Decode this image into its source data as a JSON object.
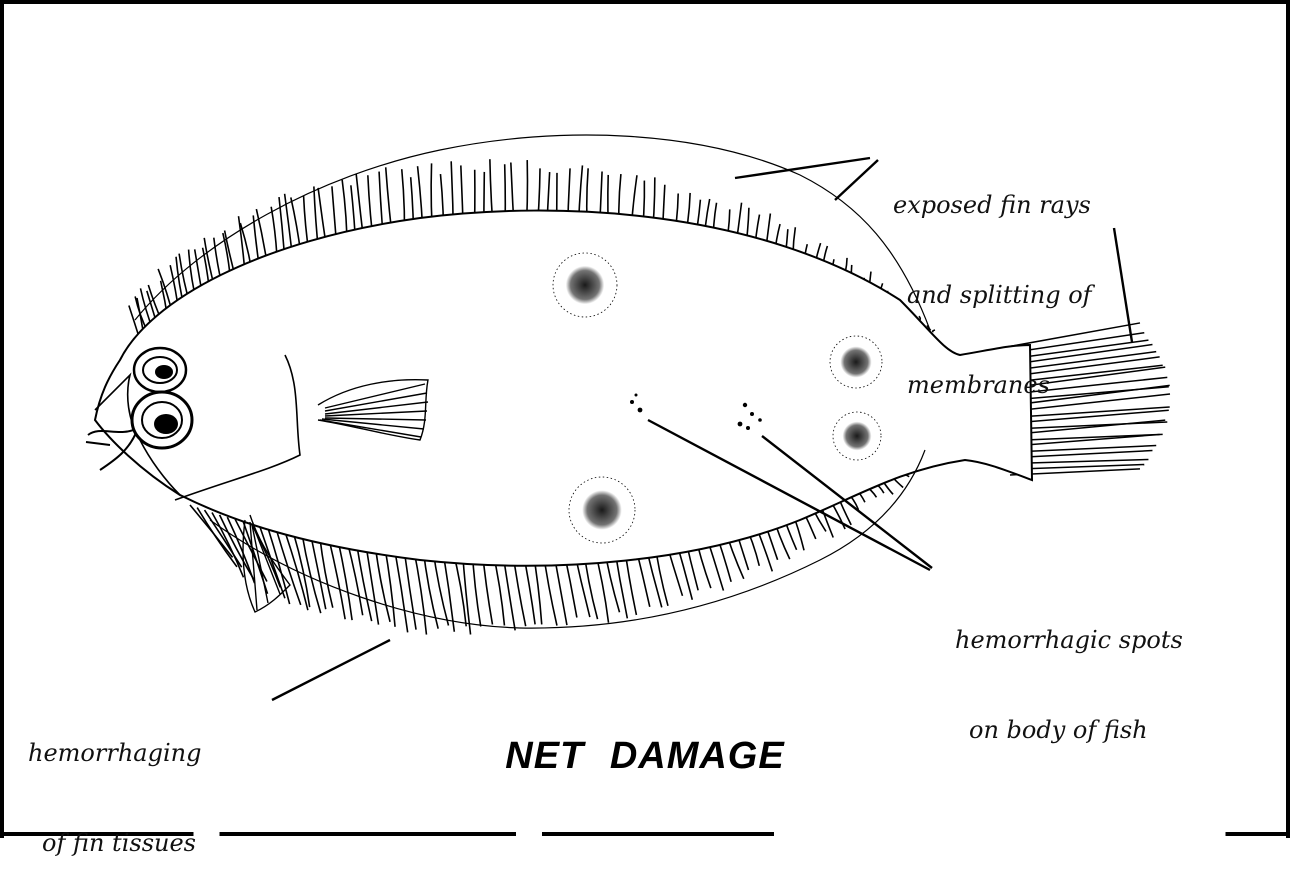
{
  "title": "NET DAMAGE",
  "labels": {
    "exposed_fin_rays": [
      "exposed fin rays",
      "and splitting of",
      "membranes"
    ],
    "hemorrhagic_spots": [
      "hemorrhagic spots",
      "on body of fish"
    ],
    "hemorrhaging_fin": [
      "hemorrhaging",
      "of fin tissues"
    ]
  },
  "colors": {
    "ink": "#000000",
    "paper": "#ffffff"
  }
}
